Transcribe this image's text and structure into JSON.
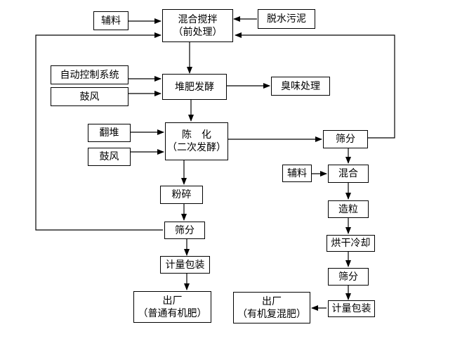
{
  "nodes": {
    "mix_pre": {
      "lines": [
        "混合搅拌",
        "（前处理）"
      ]
    },
    "aux1": {
      "lines": [
        "辅料"
      ]
    },
    "dewatered_sludge": {
      "lines": [
        "脱水污泥"
      ]
    },
    "auto_control": {
      "lines": [
        "自动控制系统"
      ]
    },
    "blower1": {
      "lines": [
        "鼓风"
      ]
    },
    "compost_ferment": {
      "lines": [
        "堆肥发酵"
      ]
    },
    "odor": {
      "lines": [
        "臭味处理"
      ]
    },
    "turning": {
      "lines": [
        "翻堆"
      ]
    },
    "blower2": {
      "lines": [
        "鼓风"
      ]
    },
    "aging": {
      "lines": [
        "陈　化",
        "（二次发酵）"
      ]
    },
    "screen_right": {
      "lines": [
        "筛分"
      ]
    },
    "aux2": {
      "lines": [
        "辅料"
      ]
    },
    "mixing": {
      "lines": [
        "混合"
      ]
    },
    "crushing": {
      "lines": [
        "粉碎"
      ]
    },
    "granulation": {
      "lines": [
        "造粒"
      ]
    },
    "screen_left": {
      "lines": [
        "筛分"
      ]
    },
    "dry_cool": {
      "lines": [
        "烘干冷却"
      ]
    },
    "pack_left": {
      "lines": [
        "计量包装"
      ]
    },
    "screen_right2": {
      "lines": [
        "筛分"
      ]
    },
    "out_left": {
      "lines": [
        "出厂",
        "（普通有机肥）"
      ]
    },
    "out_right": {
      "lines": [
        "出厂",
        "（有机复混肥）"
      ]
    },
    "pack_right": {
      "lines": [
        "计量包装"
      ]
    }
  }
}
